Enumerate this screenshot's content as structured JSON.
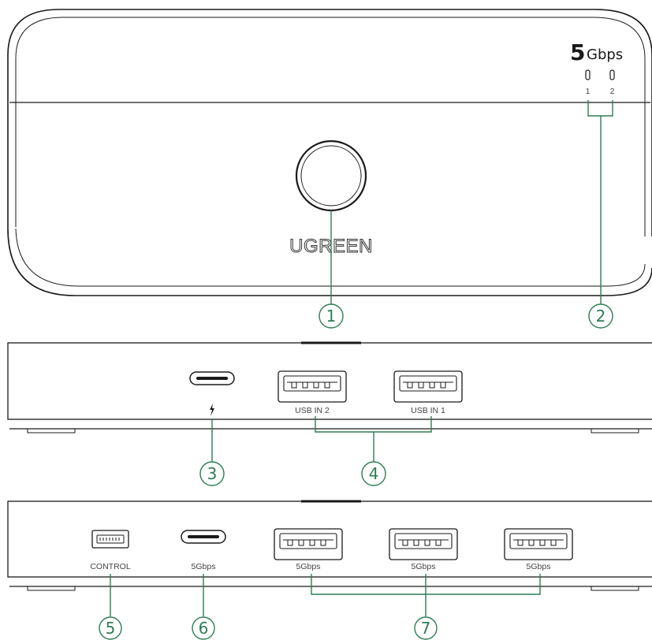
{
  "top_view": {
    "brand": "UGREEN",
    "speed_number": "5",
    "speed_unit": "Gbps",
    "led_labels": [
      "1",
      "2"
    ]
  },
  "front_panel": {
    "port_labels": [
      "USB IN 2",
      "USB IN 1"
    ]
  },
  "rear_panel": {
    "port_labels": [
      "CONTROL",
      "5Gbps",
      "5Gbps",
      "5Gbps",
      "5Gbps"
    ]
  },
  "callouts": [
    "1",
    "2",
    "3",
    "4",
    "5",
    "6",
    "7"
  ],
  "colors": {
    "callout": "#2e7d54",
    "outline": "#1a1a1a"
  }
}
